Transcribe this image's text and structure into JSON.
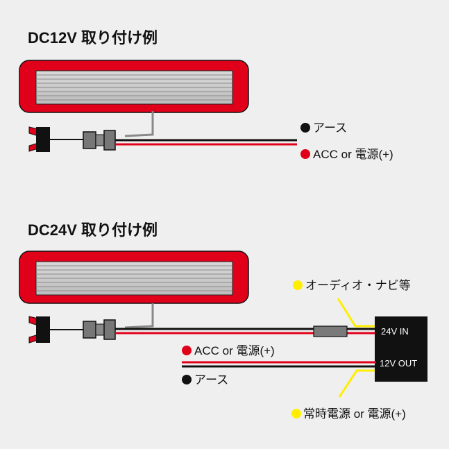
{
  "sections": [
    {
      "title": "DC12V 取り付け例",
      "labels": {
        "ground": "アース",
        "acc": "ACC or 電源(+)"
      }
    },
    {
      "title": "DC24V 取り付け例",
      "labels": {
        "audio": "オーディオ・ナビ等",
        "acc": "ACC or 電源(+)",
        "ground": "アース",
        "constant": "常時電源 or 電源(+)"
      },
      "converter": {
        "input": "24V IN",
        "output": "12V OUT"
      }
    }
  ],
  "colors": {
    "background": "#efefef",
    "lamp_frame": "#e0001a",
    "wire_red": "#e0001a",
    "wire_black": "#111111",
    "bullet_yellow": "#ffee00",
    "bullet_red": "#e0001a",
    "bullet_black": "#111111",
    "converter_box": "#111111",
    "leader_yellow": "#ffee00"
  }
}
